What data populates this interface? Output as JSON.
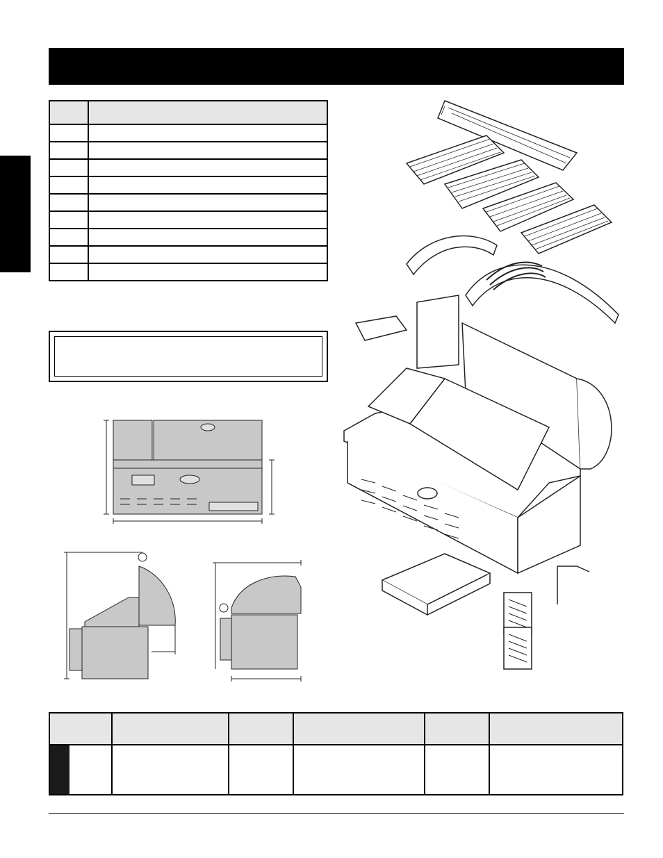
{
  "parts_table": {
    "header": {
      "number": "",
      "description": ""
    },
    "rows": [
      {
        "number": "",
        "description": ""
      },
      {
        "number": "",
        "description": ""
      },
      {
        "number": "",
        "description": ""
      },
      {
        "number": "",
        "description": ""
      },
      {
        "number": "",
        "description": ""
      },
      {
        "number": "",
        "description": ""
      },
      {
        "number": "",
        "description": ""
      },
      {
        "number": "",
        "description": ""
      },
      {
        "number": "",
        "description": ""
      }
    ]
  },
  "note": {
    "text": ""
  },
  "spec_table": {
    "headers": [
      "",
      "",
      "",
      "",
      "",
      ""
    ],
    "row": [
      "",
      "",
      "",
      "",
      "",
      ""
    ]
  },
  "colors": {
    "bar": "#000000",
    "header_fill": "#e6e6e6",
    "diagram_fill": "#c8c8c8",
    "line": "#222222"
  },
  "icons": [
    "grill-exploded-diagram",
    "grill-front-view",
    "grill-side-view-open",
    "grill-side-view-closed"
  ]
}
